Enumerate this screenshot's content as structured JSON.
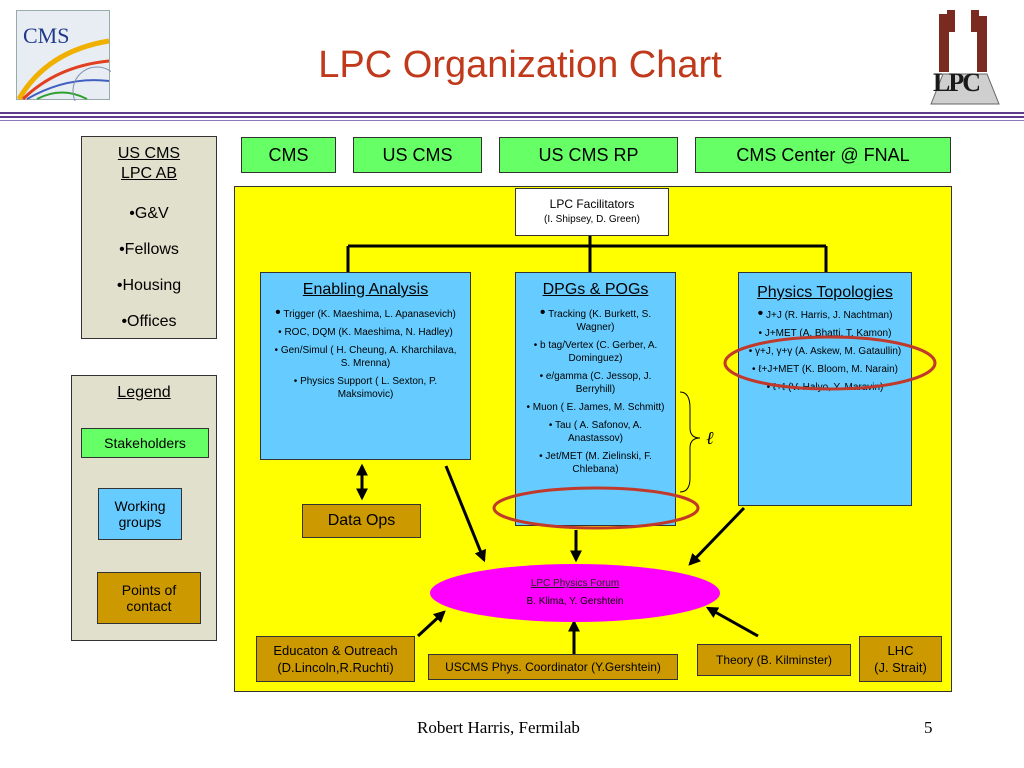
{
  "title": "LPC Organization Chart",
  "logos": {
    "left": "CMS",
    "right": "LPC"
  },
  "top_boxes": [
    "CMS",
    "US CMS",
    "US CMS RP",
    "CMS Center @ FNAL"
  ],
  "sidebar": {
    "heading1": "US CMS",
    "heading2": "LPC AB",
    "items": [
      "•G&V",
      "•Fellows",
      "•Housing",
      "•Offices"
    ]
  },
  "legend": {
    "title": "Legend",
    "stakeholders": "Stakeholders",
    "working_groups": "Working groups",
    "points_of_contact": "Points of contact"
  },
  "facilitators": {
    "title": "LPC Facilitators",
    "names": "(I. Shipsey, D. Green)"
  },
  "enabling": {
    "title": "Enabling Analysis",
    "items": [
      "Trigger (K. Maeshima, L. Apanasevich)",
      "ROC, DQM (K. Maeshima, N. Hadley)",
      "Gen/Simul ( H. Cheung, A. Kharchilava, S. Mrenna)",
      "Physics Support ( L. Sexton, P. Maksimovic)"
    ]
  },
  "dpgs": {
    "title": "DPGs & POGs",
    "items": [
      "Tracking (K. Burkett, S. Wagner)",
      "b tag/Vertex (C. Gerber, A. Dominguez)",
      "e/gamma (C. Jessop, J. Berryhill)",
      "Muon ( E. James, M. Schmitt)",
      "Tau ( A. Safonov, A. Anastassov)",
      "Jet/MET (M. Zielinski, F. Chlebana)"
    ]
  },
  "physics": {
    "title": "Physics Topologies",
    "items": [
      "J+J (R. Harris, J. Nachtman)",
      "J+MET (A. Bhatti, T. Kamon)",
      "γ+J, γ+γ (A. Askew, M. Gataullin)",
      "ℓ+J+MET (K. Bloom, M. Narain)",
      "ℓ+ℓ (V. Halyo, Y. Maravin)"
    ]
  },
  "ell_symbol": "ℓ",
  "data_ops": "Data Ops",
  "forum": {
    "title": "LPC Physics Forum",
    "names": "B. Klima, Y. Gershtein"
  },
  "education": {
    "line1": "Educaton & Outreach",
    "line2": "(D.Lincoln,R.Ruchti)"
  },
  "coordinator": "USCMS Phys. Coordinator (Y.Gershtein)",
  "theory": "Theory (B. Kilminster)",
  "lhc": {
    "line1": "LHC",
    "line2": "(J. Strait)"
  },
  "footer": {
    "author": "Robert Harris, Fermilab",
    "page": "5"
  },
  "colors": {
    "title": "#c0391b",
    "yellow_panel": "#ffff00",
    "green": "#66ff66",
    "blue": "#66ccff",
    "gold": "#cc9900",
    "magenta": "#ff00ff",
    "highlight_ring": "#c0392b",
    "rule_purple": "#5d3c8c"
  }
}
